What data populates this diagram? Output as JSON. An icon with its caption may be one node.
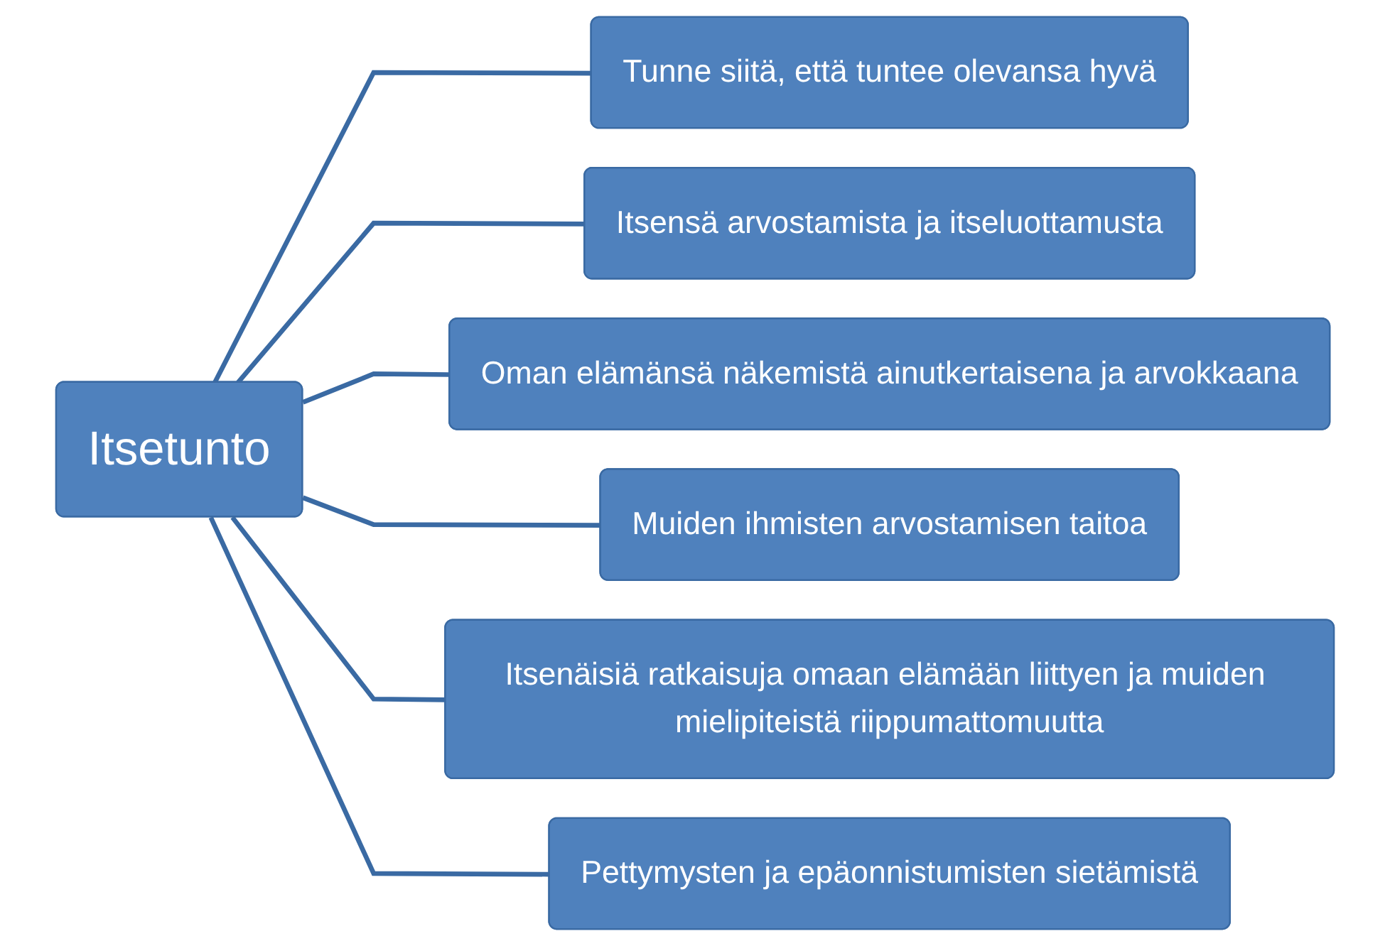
{
  "diagram": {
    "nodes": [
      {
        "text": [
          "Itsetunto"
        ]
      },
      {
        "text": [
          "Tunne siitä, että tuntee olevansa hyvä"
        ]
      },
      {
        "text": [
          "Itsensä arvostamista ja itseluottamusta"
        ]
      },
      {
        "text": [
          "Oman elämänsä näkemistä ainutkertaisena ja arvokkaana"
        ]
      },
      {
        "text": [
          "Muiden ihmisten arvostamisen taitoa"
        ]
      },
      {
        "text": [
          "Itsenäisiä ratkaisuja omaan elämään liittyen ja muiden mielipiteistä riippumattomuutta"
        ]
      },
      {
        "text": [
          "Pettymysten ja epäonnistumisten sietämistä"
        ]
      }
    ],
    "edges": [
      {
        "from": 0,
        "to": 1,
        "arrow": "none"
      },
      {
        "from": 0,
        "to": 2,
        "arrow": "none"
      },
      {
        "from": 0,
        "to": 3,
        "arrow": "none"
      },
      {
        "from": 0,
        "to": 4,
        "arrow": "none"
      },
      {
        "from": 0,
        "to": 5,
        "arrow": "none"
      },
      {
        "from": 0,
        "to": 6,
        "arrow": "none"
      }
    ]
  }
}
